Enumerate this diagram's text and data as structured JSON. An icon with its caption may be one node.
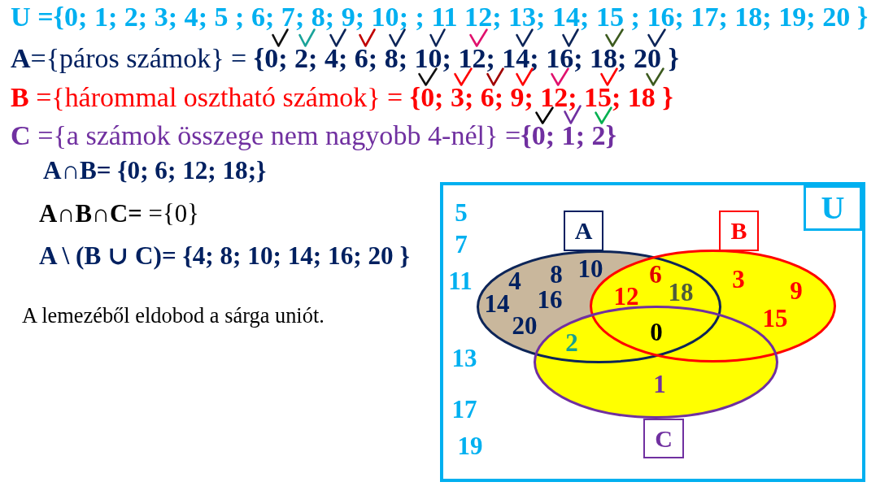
{
  "diagram": {
    "nodes": [
      {
        "text": [
          "5",
          "7",
          "11",
          "13",
          "17",
          "19"
        ]
      },
      {
        "text": [
          "U"
        ],
        "in": 0
      },
      {
        "text": [
          "A"
        ],
        "in": 0
      },
      {
        "text": [
          "B"
        ],
        "in": 0
      },
      {
        "text": [
          "4",
          "8",
          "10",
          "14",
          "16",
          "20"
        ],
        "in": 0
      },
      {
        "text": [
          "3",
          "9",
          "15"
        ],
        "in": 0
      },
      {
        "text": [
          "1"
        ],
        "in": 0
      },
      {
        "text": [
          "C"
        ],
        "in": 0
      }
    ],
    "labels": [
      "U ={0; 1; 2; 3; 4; 5 ; 6; 7; 8; 9; 10; ; 11 12; 13; 14; 15 ; 16; 17; 18; 19; 20 }",
      "**A**={páros számok} = **{0; 2; 4; 6; 8; 10; 12; 14; 16; 18; 20 }**",
      "**B** ={hárommal osztható számok} = **{0; 3; 6; 9; 12; 15; 18 }**",
      "**C** ={a számok összege nem nagyobb 4-nél} =**{0; 1; 2}**",
      "A∩B= {0; 6; 12; 18;}",
      "**A∩B∩C=** ={0}",
      "A \\ (B ∪ C)= {4; 8; 10; 14; 16; 20 }",
      "A lemezéből eldobod a sárga uniót.",
      "6",
      "12",
      "18",
      "0",
      "2"
    ]
  }
}
